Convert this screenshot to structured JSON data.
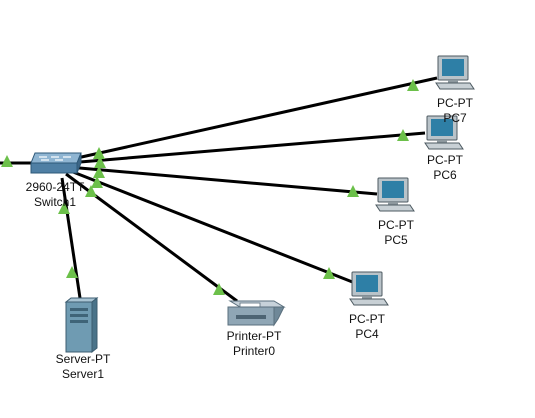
{
  "colors": {
    "link": "#000000",
    "link_up_marker": "#6cc04a",
    "background": "#ffffff",
    "pc_body": "#b9c3c9",
    "pc_screen": "#2e7fa6",
    "switch_body": "#5f8db0",
    "server_body": "#6f9bb2",
    "printer_body": "#8fa6b5"
  },
  "devices": {
    "switch1": {
      "model": "2960-24TT",
      "name": "Switch1",
      "icon": "switch-icon"
    },
    "server1": {
      "model": "Server-PT",
      "name": "Server1",
      "icon": "server-icon"
    },
    "printer0": {
      "model": "Printer-PT",
      "name": "Printer0",
      "icon": "printer-icon"
    },
    "pc4": {
      "model": "PC-PT",
      "name": "PC4",
      "icon": "pc-icon"
    },
    "pc5": {
      "model": "PC-PT",
      "name": "PC5",
      "icon": "pc-icon"
    },
    "pc6": {
      "model": "PC-PT",
      "name": "PC6",
      "icon": "pc-icon"
    },
    "pc7": {
      "model": "PC-PT",
      "name": "PC7",
      "icon": "pc-icon"
    }
  }
}
